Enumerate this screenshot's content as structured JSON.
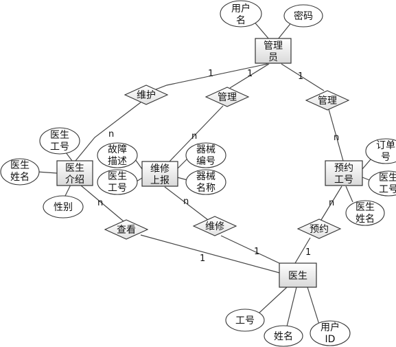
{
  "entities": {
    "admin": [
      "管理",
      "员"
    ],
    "doctor_intro": [
      "医生",
      "介绍"
    ],
    "repair_report": [
      "维修",
      "上报"
    ],
    "appointment": [
      "预约",
      "工号"
    ],
    "doctor": [
      "医生"
    ]
  },
  "attributes": {
    "admin_username": [
      "用户",
      "名"
    ],
    "admin_password": [
      "密码"
    ],
    "intro_worker_id": [
      "医生",
      "工号"
    ],
    "intro_doctor_name": [
      "医生",
      "姓名"
    ],
    "intro_gender": [
      "性别"
    ],
    "report_fault_desc": [
      "故障",
      "描述"
    ],
    "report_doctor_id": [
      "医生",
      "工号"
    ],
    "report_device_id": [
      "器械",
      "编号"
    ],
    "report_device_name": [
      "器械",
      "名称"
    ],
    "appt_order_no": [
      "订单",
      "号"
    ],
    "appt_doctor_id": [
      "医生",
      "工号"
    ],
    "appt_doctor_name": [
      "医生",
      "姓名"
    ],
    "doctor_worker_id": [
      "工号"
    ],
    "doctor_name": [
      "姓名"
    ],
    "doctor_user_id": [
      "用户",
      "ID"
    ]
  },
  "relationships": {
    "maintain": "维护",
    "manage_report": "管理",
    "manage_appt": "管理",
    "view": "查看",
    "repair": "维修",
    "book": "预约"
  },
  "cardinalities": {
    "maintain_admin": "1",
    "maintain_intro": "n",
    "manage_report_admin": "1",
    "manage_report_report": "n",
    "manage_appt_admin": "1",
    "manage_appt_appt": "n",
    "view_intro": "n",
    "view_doctor": "1",
    "repair_report": "n",
    "repair_doctor": "1",
    "book_appt": "n",
    "book_doctor": "1"
  }
}
